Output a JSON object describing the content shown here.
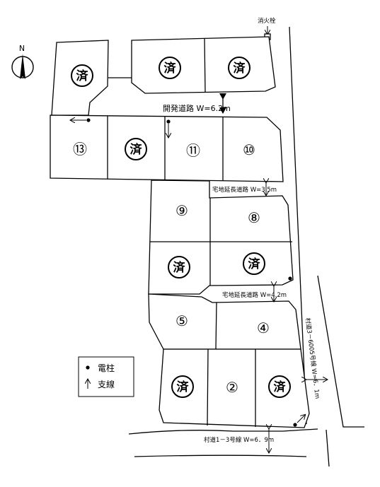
{
  "compass": {
    "north_label": "N"
  },
  "sold_mark": "済",
  "lots": [
    {
      "id": "lot-a",
      "label": "済",
      "sold": true
    },
    {
      "id": "lot-b",
      "label": "済",
      "sold": true
    },
    {
      "id": "lot-c",
      "label": "済",
      "sold": true
    },
    {
      "id": "lot-13",
      "label": "⑬",
      "sold": false
    },
    {
      "id": "lot-d",
      "label": "済",
      "sold": true
    },
    {
      "id": "lot-11",
      "label": "⑪",
      "sold": false
    },
    {
      "id": "lot-10",
      "label": "⑩",
      "sold": false
    },
    {
      "id": "lot-9",
      "label": "⑨",
      "sold": false
    },
    {
      "id": "lot-8",
      "label": "⑧",
      "sold": false
    },
    {
      "id": "lot-e",
      "label": "済",
      "sold": true
    },
    {
      "id": "lot-f",
      "label": "済",
      "sold": true
    },
    {
      "id": "lot-5",
      "label": "⑤",
      "sold": false
    },
    {
      "id": "lot-4",
      "label": "④",
      "sold": false
    },
    {
      "id": "lot-g",
      "label": "済",
      "sold": true
    },
    {
      "id": "lot-2",
      "label": "②",
      "sold": false
    },
    {
      "id": "lot-h",
      "label": "済",
      "sold": true
    }
  ],
  "roads": {
    "development_road": "開発道路 W=6.2m",
    "extension_road_upper": "宅地延長道路 W=3.5m",
    "extension_road_lower": "宅地延長道路 W=4.2m",
    "village_road_bottom": "村道1－3号線 W=6．9m",
    "village_road_right": "村道3－6005号線 W=6．1m"
  },
  "hydrant_label": "消火栓",
  "legend": {
    "pole_label": "電柱",
    "branch_label": "支線"
  }
}
